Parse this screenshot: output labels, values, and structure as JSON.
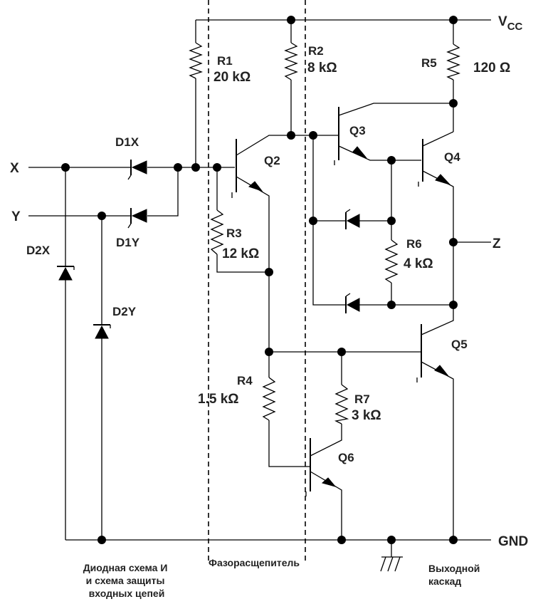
{
  "pins": {
    "x": "X",
    "y": "Y",
    "z": "Z",
    "vcc": "V",
    "vcc_sub": "CC",
    "gnd": "GND"
  },
  "resistors": [
    {
      "name": "R1",
      "value": "20 kΩ"
    },
    {
      "name": "R2",
      "value": "8 kΩ"
    },
    {
      "name": "R3",
      "value": "12 kΩ"
    },
    {
      "name": "R4",
      "value": "1.5 kΩ"
    },
    {
      "name": "R5",
      "value": "120 Ω"
    },
    {
      "name": "R6",
      "value": "4 kΩ"
    },
    {
      "name": "R7",
      "value": "3 kΩ"
    }
  ],
  "transistors": [
    "Q2",
    "Q3",
    "Q4",
    "Q5",
    "Q6"
  ],
  "diodes": [
    "D1X",
    "D1Y",
    "D2X",
    "D2Y"
  ],
  "sections": {
    "input": [
      "Диодная схема И",
      "и схема защиты",
      "входных цепей"
    ],
    "splitter": "Фазорасщепитель",
    "output": [
      "Выходной",
      "каскад"
    ]
  }
}
